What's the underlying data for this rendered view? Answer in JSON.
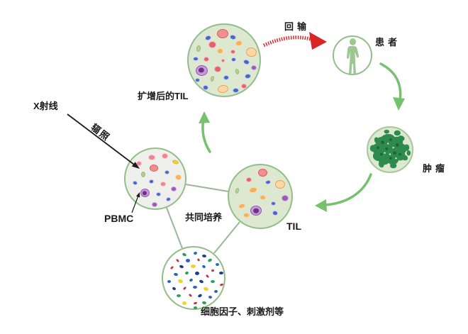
{
  "title": "TIL细胞疗法流程示意图",
  "labels": {
    "xray": "X射线",
    "irradiation": "辐照",
    "expanded_til": "扩增后的TIL",
    "reinfusion": "回输",
    "patient": "患者",
    "tumor": "肿瘤",
    "til": "TIL",
    "coculture": "共同培养",
    "pbmc": "PBMC",
    "cytokines": "细胞因子、刺激剂等"
  },
  "colors": {
    "culture_fill": "#dce8d0",
    "pbmc_fill": "#efefeb",
    "white_fill": "#ffffff",
    "circle_border": "#92be89",
    "tumor_border": "#a6c89c",
    "tumor_green": "#2f8b4d",
    "tumor_dark": "#1c6537",
    "tumor_light_dot": "#cfe8d2",
    "arrow_green": "#76c16d",
    "arrow_red": "#d92525",
    "person_green": "#9cc791",
    "connector_line": "#9db69a",
    "black": "#1a1a1a",
    "text": "#1a1a1a"
  },
  "cell_palette": {
    "red_big": {
      "fill": "#f0908e",
      "border": "#e45862"
    },
    "red_sm": {
      "fill": "#e4606d",
      "border": "#f5b6bc"
    },
    "pink": {
      "fill": "#ee8490",
      "border": "#f8c6cc"
    },
    "blue": {
      "fill": "#4d62c3",
      "border": "#bcc8f0"
    },
    "orange": {
      "fill": "#f6b05e",
      "border": "#fbd9a8"
    },
    "orange_big": {
      "fill": "#fcd8a8",
      "border": "#f0a050"
    },
    "purple_big": {
      "fill": "#c79bdb",
      "border": "#9457b0",
      "dot": "#6c3483"
    },
    "purple_sm": {
      "fill": "#9b59b6",
      "border": "#cfaade"
    },
    "green_rod": {
      "fill": "#b7cf90",
      "border": "#9cbb72"
    },
    "yellow_rod": {
      "fill": "#f2d04a",
      "border": "#ddb122"
    },
    "c_blue": {
      "fill": "#2a64c5"
    },
    "c_dblue": {
      "fill": "#1a3f8f"
    },
    "c_green": {
      "fill": "#28a05a"
    },
    "c_yellow": {
      "fill": "#f0d428"
    },
    "c_red": {
      "fill": "#c43040"
    }
  },
  "cells": {
    "expanded_til": [
      [
        48,
        12,
        16,
        13,
        0,
        "red_big"
      ],
      [
        27,
        18,
        9,
        7,
        -20,
        "blue"
      ],
      [
        62,
        17,
        9,
        7,
        15,
        "blue"
      ],
      [
        33,
        28,
        11,
        10,
        0,
        "red_sm"
      ],
      [
        14,
        33,
        6,
        9,
        10,
        "green_rod"
      ],
      [
        71,
        26,
        10,
        8,
        -15,
        "orange"
      ],
      [
        44,
        37,
        9,
        8,
        0,
        "orange"
      ],
      [
        62,
        38,
        7,
        6,
        0,
        "red_sm"
      ],
      [
        88,
        38,
        15,
        13,
        10,
        "orange_big"
      ],
      [
        10,
        48,
        8,
        6,
        0,
        "blue"
      ],
      [
        25,
        48,
        8,
        7,
        0,
        "red_sm"
      ],
      [
        48,
        50,
        5,
        5,
        0,
        "red_sm"
      ],
      [
        63,
        49,
        7,
        6,
        -10,
        "blue"
      ],
      [
        81,
        52,
        9,
        7,
        20,
        "blue"
      ],
      [
        92,
        60,
        8,
        7,
        0,
        "purple_sm"
      ],
      [
        18,
        64,
        17,
        15,
        0,
        "purple_big"
      ],
      [
        41,
        62,
        10,
        9,
        0,
        "red_sm"
      ],
      [
        68,
        66,
        5,
        8,
        -20,
        "green_rod"
      ],
      [
        33,
        76,
        5,
        8,
        15,
        "green_rod"
      ],
      [
        53,
        74,
        8,
        7,
        0,
        "blue"
      ],
      [
        83,
        72,
        9,
        7,
        -10,
        "blue"
      ],
      [
        12,
        78,
        7,
        6,
        0,
        "blue"
      ],
      [
        24,
        88,
        8,
        7,
        10,
        "blue"
      ],
      [
        48,
        90,
        15,
        11,
        -10,
        "orange_big"
      ],
      [
        66,
        92,
        9,
        7,
        0,
        "blue"
      ],
      [
        78,
        86,
        8,
        7,
        0,
        "red_sm"
      ]
    ],
    "til": [
      [
        47,
        10,
        13,
        11,
        0,
        "red_big"
      ],
      [
        28,
        20,
        8,
        7,
        0,
        "red_sm"
      ],
      [
        55,
        24,
        8,
        6,
        -15,
        "blue"
      ],
      [
        72,
        27,
        14,
        12,
        0,
        "orange_big"
      ],
      [
        11,
        36,
        5,
        8,
        20,
        "green_rod"
      ],
      [
        34,
        35,
        12,
        8,
        -10,
        "orange"
      ],
      [
        47,
        45,
        9,
        7,
        10,
        "orange"
      ],
      [
        79,
        46,
        10,
        9,
        0,
        "purple_sm"
      ],
      [
        62,
        54,
        7,
        6,
        0,
        "blue"
      ],
      [
        18,
        57,
        10,
        7,
        -15,
        "orange"
      ],
      [
        38,
        64,
        16,
        14,
        0,
        "purple_big"
      ],
      [
        65,
        67,
        8,
        7,
        15,
        "blue"
      ],
      [
        24,
        70,
        9,
        7,
        0,
        "orange"
      ]
    ],
    "pbmc": [
      [
        37,
        12,
        10,
        8,
        0,
        "pink"
      ],
      [
        19,
        20,
        8,
        7,
        0,
        "pink"
      ],
      [
        55,
        10,
        9,
        8,
        0,
        "pink"
      ],
      [
        70,
        18,
        9,
        5,
        20,
        "yellow_rod"
      ],
      [
        40,
        27,
        12,
        10,
        0,
        "red_big"
      ],
      [
        25,
        36,
        6,
        8,
        0,
        "green_rod"
      ],
      [
        58,
        33,
        7,
        6,
        0,
        "blue"
      ],
      [
        74,
        40,
        9,
        8,
        0,
        "orange"
      ],
      [
        13,
        48,
        7,
        6,
        15,
        "blue"
      ],
      [
        36,
        46,
        7,
        6,
        -10,
        "blue"
      ],
      [
        53,
        49,
        8,
        7,
        0,
        "pink"
      ],
      [
        68,
        56,
        8,
        7,
        0,
        "purple_sm"
      ],
      [
        27,
        62,
        13,
        12,
        0,
        "purple_big"
      ],
      [
        46,
        64,
        7,
        6,
        0,
        "blue"
      ],
      [
        60,
        71,
        7,
        6,
        -15,
        "blue"
      ],
      [
        41,
        78,
        8,
        7,
        0,
        "purple_sm"
      ]
    ],
    "cytokines": [
      [
        30,
        10,
        6,
        4,
        30,
        "c_green"
      ],
      [
        45,
        8,
        5,
        4,
        -20,
        "c_blue"
      ],
      [
        58,
        12,
        6,
        4,
        10,
        "c_dblue"
      ],
      [
        20,
        18,
        5,
        3,
        45,
        "c_red"
      ],
      [
        35,
        18,
        6,
        5,
        0,
        "c_blue"
      ],
      [
        50,
        17,
        4,
        3,
        60,
        "c_red"
      ],
      [
        66,
        18,
        6,
        4,
        -30,
        "c_green"
      ],
      [
        76,
        24,
        5,
        4,
        0,
        "c_blue"
      ],
      [
        12,
        28,
        5,
        3,
        -45,
        "c_red"
      ],
      [
        26,
        27,
        6,
        4,
        20,
        "c_dblue"
      ],
      [
        42,
        26,
        7,
        5,
        0,
        "c_yellow"
      ],
      [
        57,
        27,
        5,
        4,
        35,
        "c_blue"
      ],
      [
        70,
        32,
        4,
        3,
        -15,
        "c_red"
      ],
      [
        82,
        36,
        6,
        4,
        0,
        "c_dblue"
      ],
      [
        18,
        38,
        6,
        4,
        10,
        "c_blue"
      ],
      [
        33,
        36,
        5,
        4,
        -25,
        "c_green"
      ],
      [
        48,
        36,
        6,
        5,
        0,
        "c_dblue"
      ],
      [
        62,
        40,
        5,
        3,
        45,
        "c_red"
      ],
      [
        8,
        48,
        5,
        4,
        0,
        "c_blue"
      ],
      [
        24,
        47,
        7,
        5,
        15,
        "c_yellow"
      ],
      [
        39,
        46,
        5,
        4,
        -35,
        "c_blue"
      ],
      [
        54,
        48,
        6,
        4,
        25,
        "c_dblue"
      ],
      [
        70,
        48,
        6,
        4,
        0,
        "c_green"
      ],
      [
        82,
        52,
        5,
        3,
        -20,
        "c_red"
      ],
      [
        15,
        58,
        5,
        4,
        30,
        "c_dblue"
      ],
      [
        30,
        57,
        5,
        3,
        -45,
        "c_red"
      ],
      [
        45,
        56,
        6,
        4,
        0,
        "c_blue"
      ],
      [
        60,
        58,
        7,
        5,
        20,
        "c_yellow"
      ],
      [
        74,
        62,
        5,
        4,
        -10,
        "c_blue"
      ],
      [
        22,
        68,
        6,
        4,
        0,
        "c_green"
      ],
      [
        38,
        67,
        5,
        3,
        40,
        "c_red"
      ],
      [
        52,
        68,
        6,
        4,
        -30,
        "c_dblue"
      ],
      [
        66,
        70,
        5,
        4,
        15,
        "c_blue"
      ],
      [
        30,
        78,
        6,
        5,
        0,
        "c_yellow"
      ],
      [
        45,
        78,
        5,
        3,
        -20,
        "c_red"
      ],
      [
        58,
        78,
        6,
        4,
        10,
        "c_green"
      ],
      [
        45,
        85,
        5,
        4,
        0,
        "c_green"
      ]
    ]
  }
}
